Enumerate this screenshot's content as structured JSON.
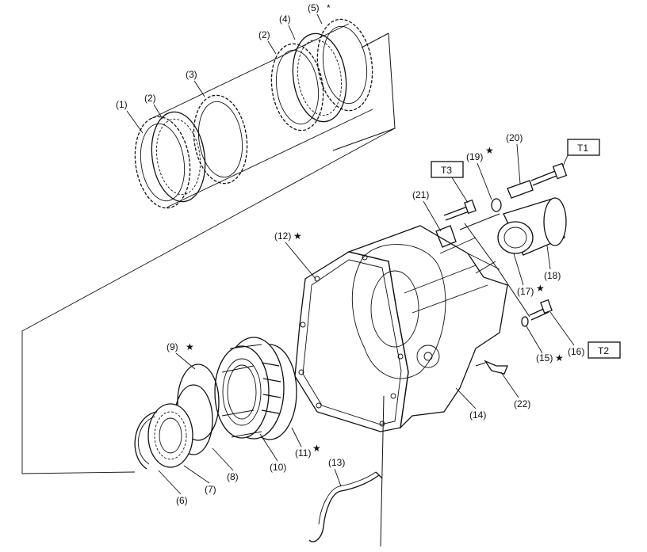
{
  "labels": {
    "p1": "(1)",
    "p2a": "(2)",
    "p2b": "(2)",
    "p3": "(3)",
    "p4": "(4)",
    "p5": "(5)",
    "p6": "(6)",
    "p7": "(7)",
    "p8": "(8)",
    "p9": "(9)",
    "p10": "(10)",
    "p11": "(11)",
    "p12": "(12)",
    "p13": "(13)",
    "p14": "(14)",
    "p15": "(15)",
    "p16": "(16)",
    "p17": "(17)",
    "p18": "(18)",
    "p19": "(19)",
    "p20": "(20)",
    "p21": "(21)",
    "p22": "(22)"
  },
  "torque_boxes": {
    "t1": "T1",
    "t2": "T2",
    "t3": "T3"
  },
  "marks": {
    "asterisk": "*",
    "star": "★"
  }
}
